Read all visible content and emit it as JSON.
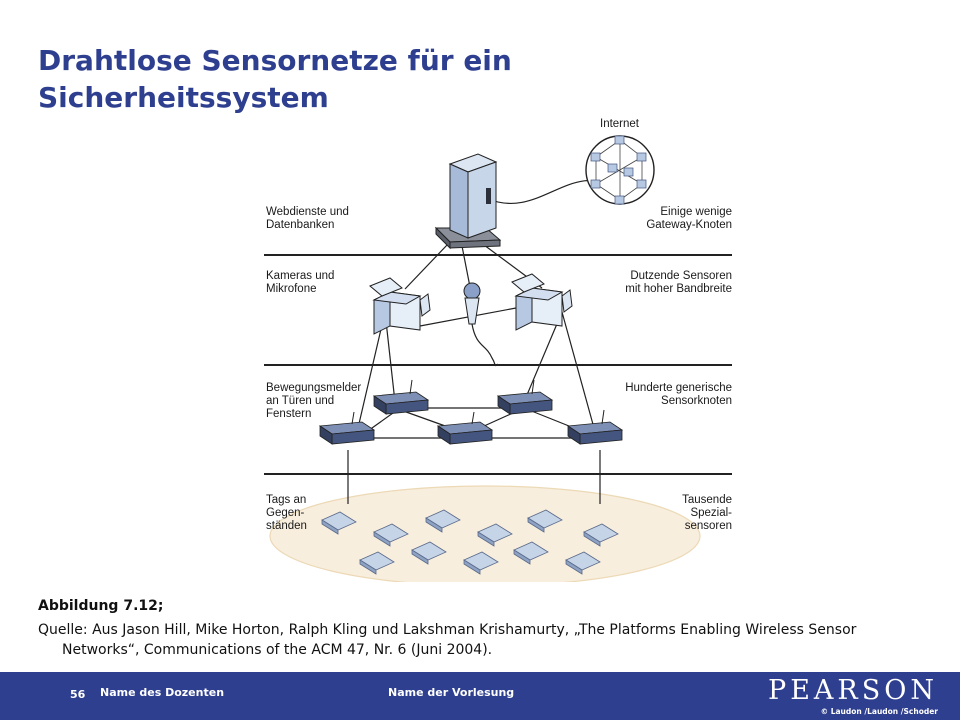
{
  "title": "Drahtlose Sensornetze für ein Sicherheitssystem",
  "diagram": {
    "internet_label": "Internet",
    "levels": [
      {
        "left": "Webdienste und\nDatenbanken",
        "right": "Einige wenige\nGateway-Knoten"
      },
      {
        "left": "Kameras und\nMikrofone",
        "right": "Dutzende Sensoren\nmit hoher Bandbreite"
      },
      {
        "left": "Bewegungsmelder\nan Türen und\nFenstern",
        "right": "Hunderte generische\nSensorknoten"
      },
      {
        "left": "Tags an\nGegen-\nständen",
        "right": "Tausende\nSpezial-\nsensoren"
      }
    ]
  },
  "caption": {
    "figure": "Abbildung 7.12;",
    "source": "Quelle: Aus Jason Hill, Mike Horton, Ralph Kling und Lakshman Krishamurty, „The Platforms Enabling Wireless Sensor Networks“, Communications of the ACM 47, Nr. 6 (Juni 2004)."
  },
  "footer": {
    "page_number": "56",
    "lecturer": "Name des Dozenten",
    "lecture": "Name der Vorlesung",
    "logo": "PEARSON",
    "copyright": "© Laudon /Laudon /Schoder"
  },
  "colors": {
    "accent": "#2e3f8f",
    "server": "#b7c8e2",
    "node": "#44557f",
    "tag": "#c6d4e8",
    "ellipse": "#f8eedd"
  }
}
